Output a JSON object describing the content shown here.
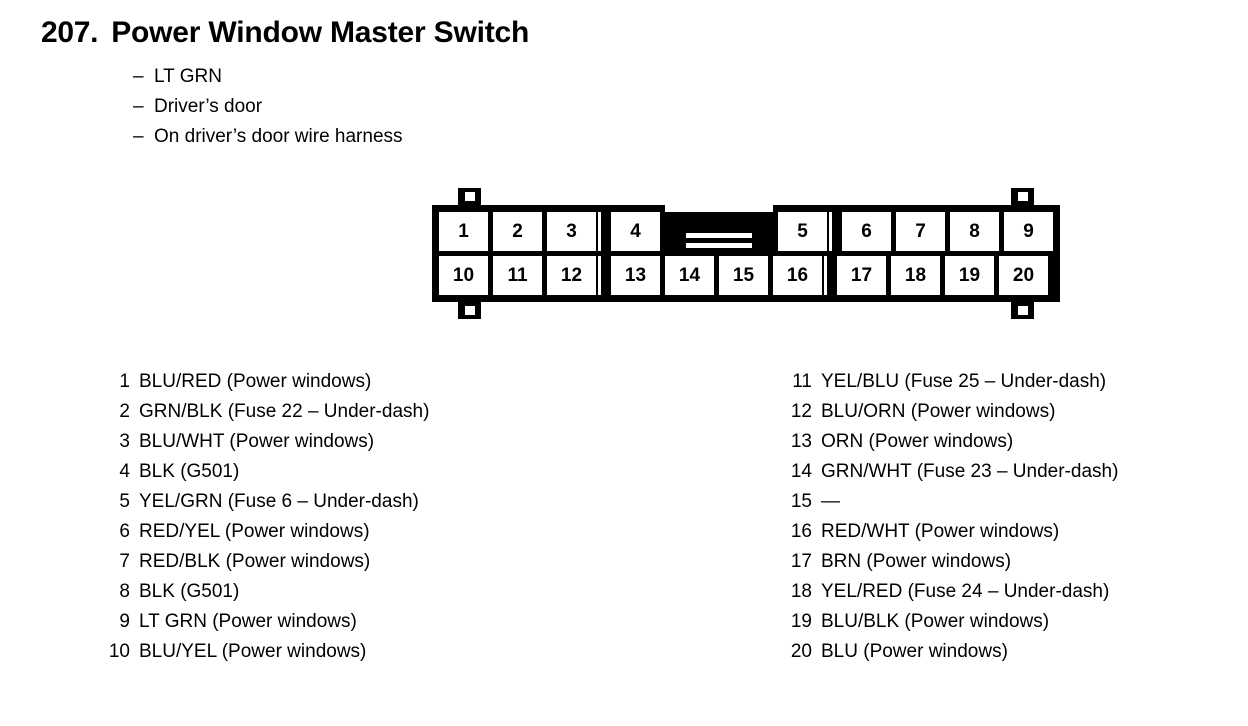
{
  "title": {
    "number": "207.",
    "text": "Power Window Master Switch"
  },
  "bullets": [
    {
      "dash": "–",
      "text": "LT GRN"
    },
    {
      "dash": "–",
      "text": "Driver’s door"
    },
    {
      "dash": "–",
      "text": "On driver’s door wire harness"
    }
  ],
  "connector": {
    "top_row": [
      "1",
      "2",
      "3",
      "4",
      "5",
      "6",
      "7",
      "8",
      "9"
    ],
    "bottom_row": [
      "10",
      "11",
      "12",
      "13",
      "14",
      "15",
      "16",
      "17",
      "18",
      "19",
      "20"
    ],
    "latch_slots": 2,
    "tab_count": 4
  },
  "pins_left": [
    {
      "num": "1",
      "desc": "BLU/RED (Power windows)"
    },
    {
      "num": "2",
      "desc": "GRN/BLK (Fuse 22 – Under-dash)"
    },
    {
      "num": "3",
      "desc": "BLU/WHT (Power windows)"
    },
    {
      "num": "4",
      "desc": "BLK (G501)"
    },
    {
      "num": "5",
      "desc": "YEL/GRN (Fuse 6 – Under-dash)"
    },
    {
      "num": "6",
      "desc": "RED/YEL (Power windows)"
    },
    {
      "num": "7",
      "desc": "RED/BLK (Power windows)"
    },
    {
      "num": "8",
      "desc": "BLK (G501)"
    },
    {
      "num": "9",
      "desc": "LT GRN (Power windows)"
    },
    {
      "num": "10",
      "desc": "BLU/YEL (Power windows)"
    }
  ],
  "pins_right": [
    {
      "num": "11",
      "desc": "YEL/BLU (Fuse 25 – Under-dash)"
    },
    {
      "num": "12",
      "desc": "BLU/ORN (Power windows)"
    },
    {
      "num": "13",
      "desc": "ORN (Power windows)"
    },
    {
      "num": "14",
      "desc": "GRN/WHT (Fuse 23 – Under-dash)"
    },
    {
      "num": "15",
      "desc": "—"
    },
    {
      "num": "16",
      "desc": "RED/WHT (Power windows)"
    },
    {
      "num": "17",
      "desc": "BRN (Power windows)"
    },
    {
      "num": "18",
      "desc": "YEL/RED (Fuse 24 – Under-dash)"
    },
    {
      "num": "19",
      "desc": "BLU/BLK (Power windows)"
    },
    {
      "num": "20",
      "desc": "BLU (Power windows)"
    }
  ],
  "colors": {
    "ink": "#000000",
    "paper": "#ffffff"
  }
}
